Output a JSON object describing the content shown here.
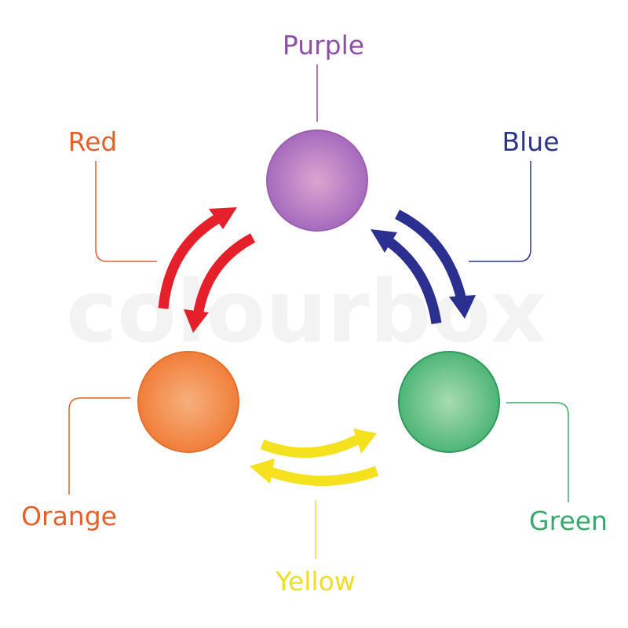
{
  "watermark": "colourbox",
  "nodes": {
    "purple": {
      "label": "Purple",
      "color": "#8f4fa8",
      "fill": "#c58ac7"
    },
    "red": {
      "label": "Red",
      "color": "#e4612a"
    },
    "blue": {
      "label": "Blue",
      "color": "#2b3590"
    },
    "orange": {
      "label": "Orange",
      "color": "#e4612a",
      "fill": "#f49a5c"
    },
    "green": {
      "label": "Green",
      "color": "#3aa86c",
      "fill": "#86cf98"
    },
    "yellow": {
      "label": "Yellow",
      "color": "#f2dc26"
    }
  },
  "arrows": {
    "red": "#e5202a",
    "blue": "#2b2f8f",
    "yellow": "#f5e11e"
  }
}
